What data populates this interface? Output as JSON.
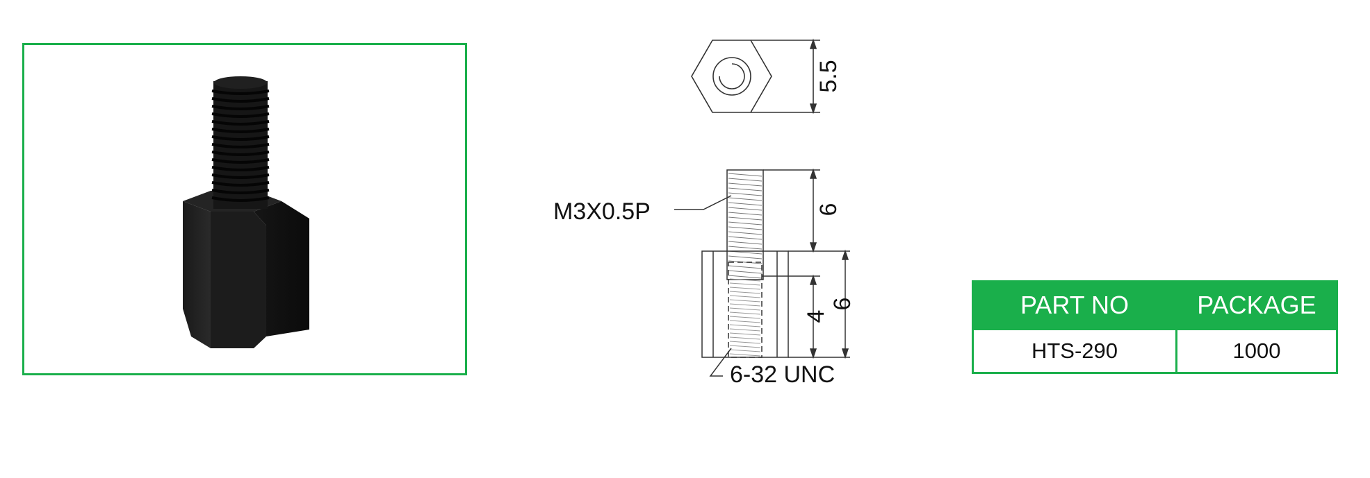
{
  "drawing": {
    "hex_dimension": "5.5",
    "thread_label": "M3X0.5P",
    "stud_length": "6",
    "body_length": "6",
    "inner_thread_depth": "4",
    "inner_thread_label": "6-32 UNC"
  },
  "table": {
    "headers": {
      "part_no": "PART NO",
      "package": "PACKAGE"
    },
    "rows": [
      {
        "part_no": "HTS-290",
        "package": "1000"
      }
    ]
  },
  "colors": {
    "accent": "#1aaf4b",
    "part": "#111111"
  }
}
